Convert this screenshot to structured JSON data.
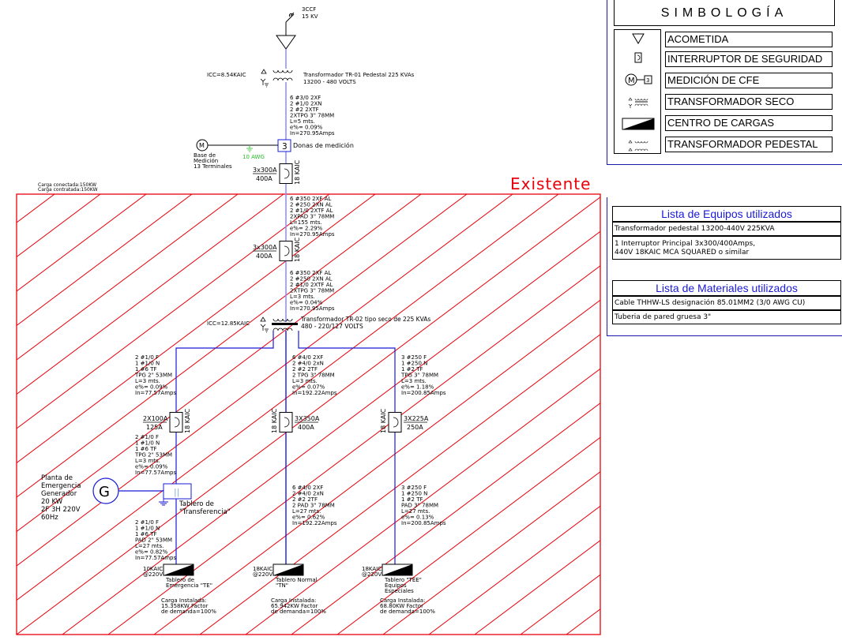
{
  "colors": {
    "existing_zone": "#e8000b",
    "conductor": "#1a1ad6",
    "conductor_light": "#8a8aff",
    "ground": "#22bb22",
    "frame": "#1a1aa8"
  },
  "service": {
    "cutout_label": "3CCF",
    "voltage_label": "15 KV",
    "symbol": "acometida-triangle"
  },
  "tr01": {
    "icc": "ICC=8.54KAIC",
    "name": "Transformador TR-01 Pedestal 225 KVAs",
    "voltage": "13200 - 480 VOLTS"
  },
  "feeder1": [
    "6 #3/0 2XF",
    "2 #1/0 2XN",
    "2 #2   2XTF",
    "2XTPG   3\" 78MM",
    "L=5 mts.",
    "e%= 0.09%",
    "In=270.95Amps"
  ],
  "metering": {
    "ct_label": "Donas de medición",
    "ct_glyph": "3",
    "meter_glyph": "M",
    "meter_base": [
      "Base de",
      "Medición",
      "13 Terminales"
    ],
    "ground_wire": "10 AWG"
  },
  "breaker_main1": {
    "rating": "3x300A",
    "frame": "400A",
    "kaic": "18 KAIC"
  },
  "load_summary": [
    "Carga conectada:150KW",
    "Carga contratada:150KW"
  ],
  "existing_label": "Existente",
  "feeder2": [
    "6 #350 2XF AL",
    "2 #250 2XN AL",
    "2 #1/0 2XTF AL",
    "2XPAD   3\" 78MM",
    "L=155 mts.",
    "e%= 2.29%",
    "In=270.95Amps"
  ],
  "breaker_main2": {
    "rating": "3x300A",
    "frame": "400A",
    "kaic": "18 KAIC"
  },
  "feeder3": [
    "6 #350 2XF AL",
    "2 #250 2XN AL",
    "2 #1/0 2XTF AL",
    "2XTPG   3\" 78MM",
    "L=3 mts.",
    "e%= 0.04%",
    "In=270.95Amps"
  ],
  "tr02": {
    "icc": "ICC=12.85KAIC",
    "name": "Transformador TR-02 tipo seco de 225 KVAs",
    "voltage": "480 - 220/127 VOLTS"
  },
  "branches": [
    {
      "id": "TE",
      "feeder_upper": [
        "2 #1/0 F",
        "1 #1/0 N",
        "1 #6    TF",
        "TPG   2\" 53MM",
        "L=3 mts.",
        "e%= 0.09%",
        "In=77.57Amps"
      ],
      "breaker": {
        "rating": "2X100A",
        "frame": "125A",
        "kaic": "18 KAIC"
      },
      "feeder_middle": [
        "2 #1/0 F",
        "1 #1/0 N",
        "1 #6    TF",
        "TPG   2\" 53MM",
        "L=3 mts.",
        "e%= 0.09%",
        "In=77.57Amps"
      ],
      "feeder_lower": [
        "2 #1/0 F",
        "1 #1/0 N",
        "1 #6    TF",
        "PAD   2\" 53MM",
        "L=27 mts.",
        "e%= 0.82%",
        "In=77.57Amps"
      ],
      "panel_kaic": [
        "10KAIC",
        "@220V"
      ],
      "panel_name": [
        "Tablero de",
        "Emergencia \"TE\""
      ],
      "load": [
        "Carga Instalada:",
        "15.358KW Factor",
        "de demanda=100%"
      ]
    },
    {
      "id": "TN",
      "feeder_upper": [
        "6 #4/0 2XF",
        "2 #4/0 2xN",
        "2 #2    2TF",
        "2 TPG   3\" 78MM",
        "L=3 mts.",
        "e%= 0.07%",
        "In=192.22Amps"
      ],
      "breaker": {
        "rating": "3X350A",
        "frame": "400A",
        "kaic": "18 KAIC"
      },
      "feeder_lower": [
        "6 #4/0 2XF",
        "2 #4/0 2xN",
        "2 #2    2TF",
        "2 PAD   3\" 78MM",
        "L=27 mts.",
        "e%= 0.62%",
        "In=192.22Amps"
      ],
      "panel_kaic": [
        "18KAIC",
        "@220V"
      ],
      "panel_name": [
        "Tablero Normal",
        "\"TN\""
      ],
      "load": [
        "Carga Instalada:",
        "65.942KW Factor",
        "de demanda=100%"
      ]
    },
    {
      "id": "TEE",
      "feeder_upper": [
        "3 #250 F",
        "1 #250 N",
        "1 #2    TF",
        "TPG   3\" 78MM",
        "L=3 mts.",
        "e%= 1.18%",
        "In=200.85Amps"
      ],
      "breaker": {
        "rating": "3X225A",
        "frame": "250A",
        "kaic": "18 KAIC"
      },
      "feeder_lower": [
        "3 #250 F",
        "1 #250 N",
        "1 #2    TF",
        "PAD   3\" 78MM",
        "L=27 mts.",
        "e%= 0.13%",
        "In=200.85Amps"
      ],
      "panel_kaic": [
        "18KAIC",
        "@220V"
      ],
      "panel_name": [
        "Tablero \"TEE\"",
        "Equipos",
        "Especiales"
      ],
      "load": [
        "Carga Instalada:",
        "68.80KW Factor",
        "de demanda=100%"
      ]
    }
  ],
  "generator": {
    "glyph": "G",
    "description": [
      "Planta de",
      "Emergencia",
      "Generador",
      "20 KW",
      "2F 3H 220V",
      "60Hz"
    ]
  },
  "transfer_switch": {
    "glyph": "||",
    "label": [
      "Tablero de",
      "\"Transferencia\""
    ]
  },
  "simbologia": {
    "title": "SIMBOLOGÍA",
    "items": [
      {
        "icon": "acometida-icon",
        "label": "ACOMETIDA"
      },
      {
        "icon": "breaker-icon",
        "label": "INTERRUPTOR DE SEGURIDAD"
      },
      {
        "icon": "meter-icon",
        "label": "MEDICIÓN DE CFE"
      },
      {
        "icon": "dry-transformer-icon",
        "label": "TRANSFORMADOR SECO"
      },
      {
        "icon": "load-center-icon",
        "label": "CENTRO DE CARGAS"
      },
      {
        "icon": "pad-transformer-icon",
        "label": "TRANSFORMADOR PEDESTAL"
      }
    ]
  },
  "equipos": {
    "title": "Lista de Equipos utilizados",
    "rows": [
      [
        "Transformador pedestal 13200-440V 225KVA"
      ],
      [
        "1 Interruptor Principal 3x300/400Amps,",
        "440V 18KAIC MCA SQUARED o similar"
      ]
    ]
  },
  "materiales": {
    "title": "Lista de Materiales utilizados",
    "rows": [
      [
        "Cable THHW-LS designación 85.01MM2 (3/0 AWG CU)"
      ],
      [
        "Tuberia de pared gruesa 3\""
      ]
    ]
  }
}
